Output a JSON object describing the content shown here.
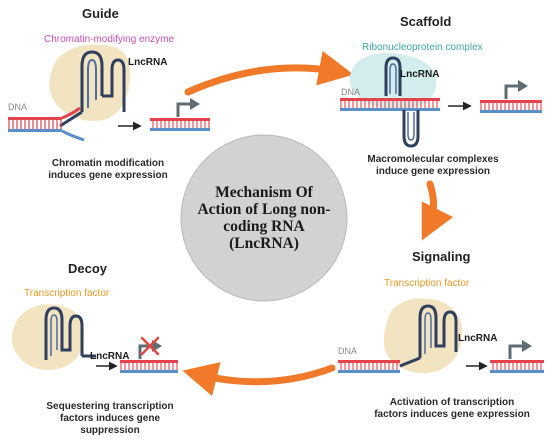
{
  "center": {
    "lines": [
      "Mechanism Of",
      "Action of Long non-",
      "coding RNA",
      "(LncRNA)"
    ]
  },
  "panels": {
    "guide": {
      "title": "Guide",
      "subtitle": "Chromatin-modifying enzyme",
      "rna_label": "LncRNA",
      "dna_label": "DNA",
      "caption": [
        "Chromatin modification",
        "induces gene expression"
      ]
    },
    "scaffold": {
      "title": "Scaffold",
      "subtitle": "Ribonucleoprotein complex",
      "rna_label": "LncRNA",
      "dna_label": "DNA",
      "caption": [
        "Macromolecular complexes",
        "induce gene expression"
      ]
    },
    "signaling": {
      "title": "Signaling",
      "subtitle": "Transcription factor",
      "rna_label": "LncRNA",
      "dna_label": "DNA",
      "caption": [
        "Activation of transcription",
        "factors induces gene expression"
      ]
    },
    "decoy": {
      "title": "Decoy",
      "subtitle": "Transcription factor",
      "rna_label": "LncRNA",
      "caption": [
        "Sequestering transcription",
        "factors induces gene",
        "suppression"
      ]
    }
  },
  "colors": {
    "cycle_arrow": "#f07a2a",
    "center_circle": "#d2d2d2",
    "enzyme_blob": "#f2e3c1",
    "complex_blob": "#d3ecec",
    "lncrna_dark": "#2f3f5e",
    "lncrna_mid": "#4a6fa0",
    "dna_red": "#e3434c",
    "dna_blue": "#5a90c8",
    "promoter_arrow": "#5f6d73",
    "guide_subtitle": "#c94fb0",
    "scaffold_subtitle": "#3ba8a2",
    "tf_subtitle": "#e39a27",
    "block_x": "#e0463e"
  }
}
